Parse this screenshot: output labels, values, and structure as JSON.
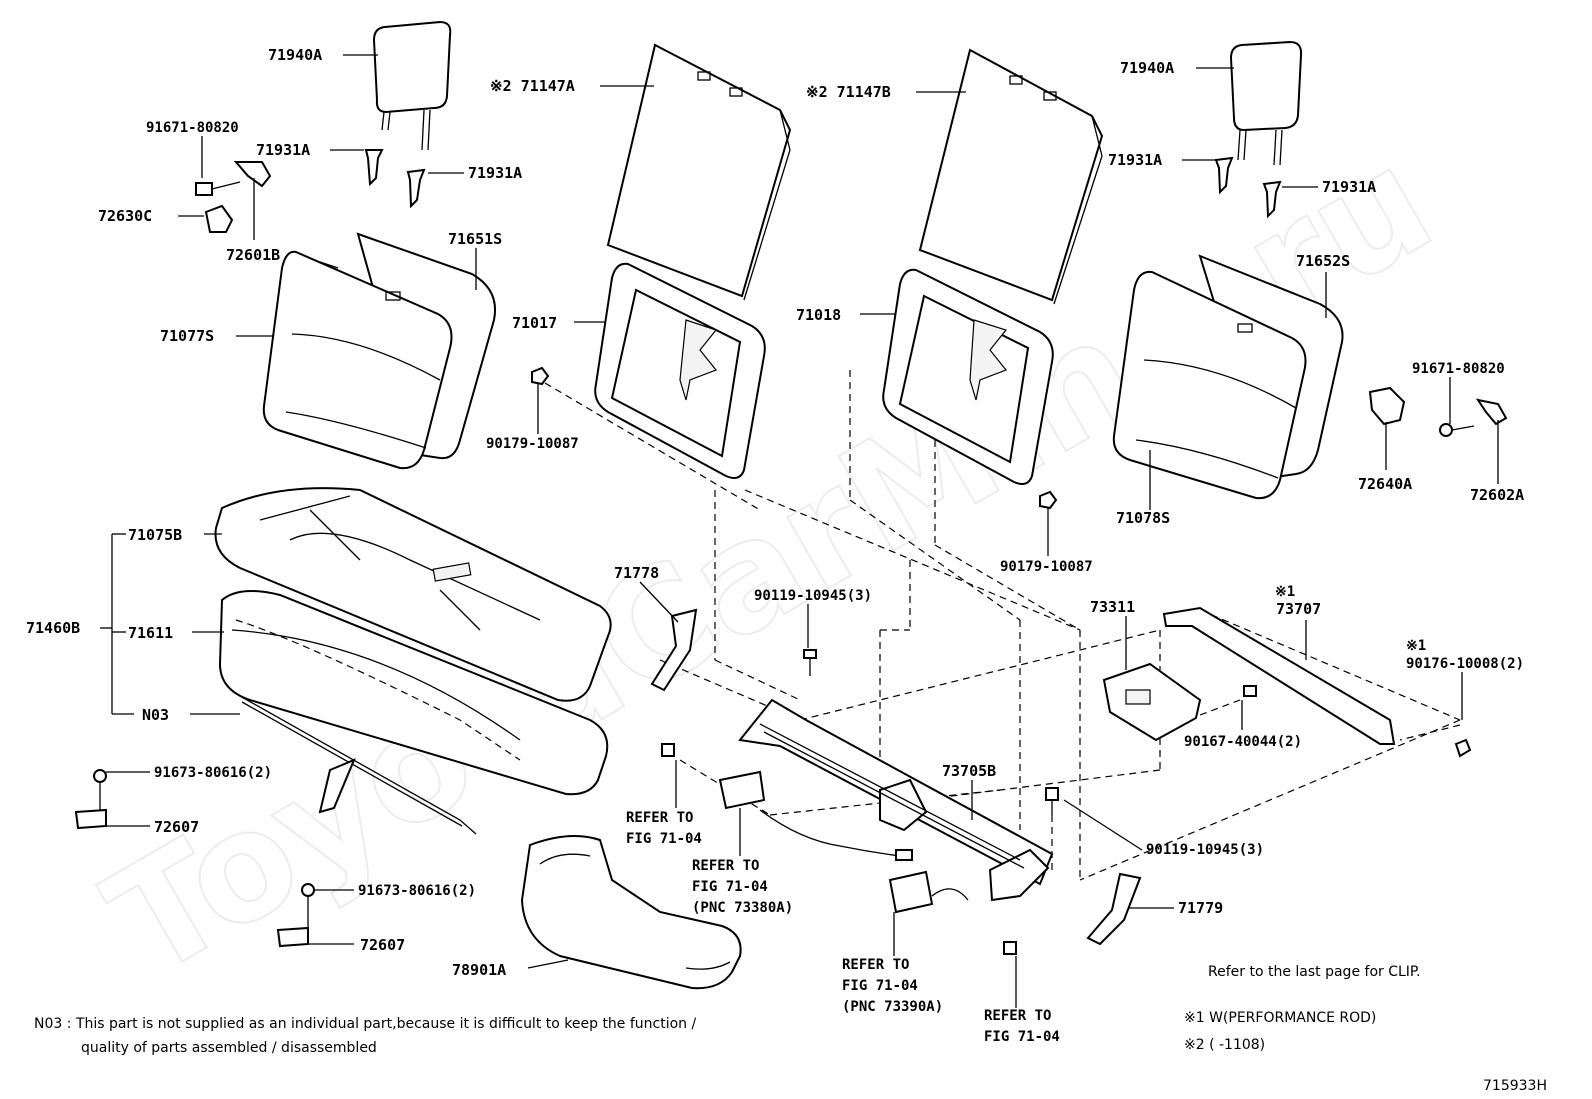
{
  "watermark": "ToyotaCarMine.ru",
  "labels": {
    "hr_940a_l": "71940A",
    "ref_71147a": "※2 71147A",
    "ref_71147b": "※2 71147B",
    "hr_940a_r": "71940A",
    "bolt_91671_l": "91671-80820",
    "guide_931a_l1": "71931A",
    "guide_931a_l2": "71931A",
    "clip_72630c": "72630C",
    "bracket_72601b": "72601B",
    "back_71651s": "71651S",
    "guide_931a_r1": "71931A",
    "guide_931a_r2": "71931A",
    "back_71652s": "71652S",
    "frame_71017": "71017",
    "frame_71018": "71018",
    "cover_71077s": "71077S",
    "bolt_91671_r": "91671-80820",
    "nut_90179_l": "90179-10087",
    "cover_71078s": "71078S",
    "clip_72640a": "72640A",
    "bracket_72602a": "72602A",
    "nut_90179_r": "90179-10087",
    "cush_71075b": "71075B",
    "lever_71778": "71778",
    "bolt_90119_a": "90119-10945(3)",
    "ref_73707_mark": "※1",
    "assy_71460b": "71460B",
    "pad_71611": "71611",
    "rod_73311": "73311",
    "rod_73707": "73707",
    "nut_90176_mark": "※1",
    "nut_90176": "90176-10008(2)",
    "n03": "N03",
    "bolt_90167": "90167-40044(2)",
    "bolt_91673_a": "91673-80616(2)",
    "hinge_73705b": "73705B",
    "bracket_72607_a": "72607",
    "refer_1a": "REFER TO",
    "refer_1b": "FIG 71-04",
    "bolt_90119_b": "90119-10945(3)",
    "refer_2a": "REFER TO",
    "refer_2b": "FIG 71-04",
    "refer_2c": "(PNC 73380A)",
    "lever_71779": "71779",
    "bolt_91673_b": "91673-80616(2)",
    "bracket_72607_b": "72607",
    "refer_3a": "REFER TO",
    "refer_3b": "FIG 71-04",
    "refer_3c": "(PNC 73390A)",
    "tray_78901a": "78901A",
    "refer_4a": "REFER TO",
    "refer_4b": "FIG 71-04"
  },
  "notes": {
    "clip_ref": "Refer to the last page for CLIP.",
    "n03_line1": "N03 : This part is not supplied as an individual part,because it is difficult to keep the function /",
    "n03_line2": "quality of parts assembled / disassembled",
    "footnote1": "※1 W(PERFORMANCE ROD)",
    "footnote2": "※2 (       -1108)",
    "figure_no": "715933H"
  }
}
